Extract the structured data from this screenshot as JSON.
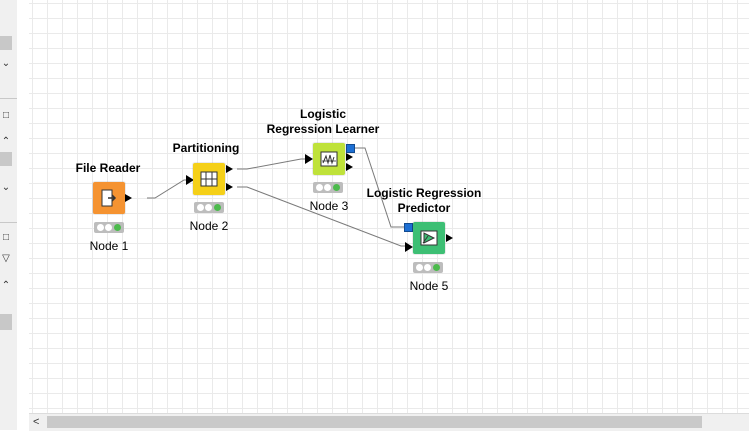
{
  "nodes": {
    "file_reader": {
      "title": "File Reader",
      "label": "Node 1",
      "color": "#f59331",
      "icon": "file-reader-icon"
    },
    "partitioning": {
      "title": "Partitioning",
      "label": "Node 2",
      "color": "#f5d018",
      "icon": "partitioning-icon"
    },
    "lr_learner": {
      "title": "Logistic\nRegression Learner",
      "label": "Node 3",
      "color": "#bfe23a",
      "icon": "learner-icon"
    },
    "lr_predictor": {
      "title": "Logistic Regression\nPredictor",
      "label": "Node 5",
      "color": "#3dbf74",
      "icon": "predictor-icon"
    }
  },
  "status": {
    "idle_color": "#ffffff",
    "ok_color": "#4cbb4c"
  },
  "colors": {
    "model_port": "#1d6fd3",
    "connection": "#7a7a7a"
  }
}
